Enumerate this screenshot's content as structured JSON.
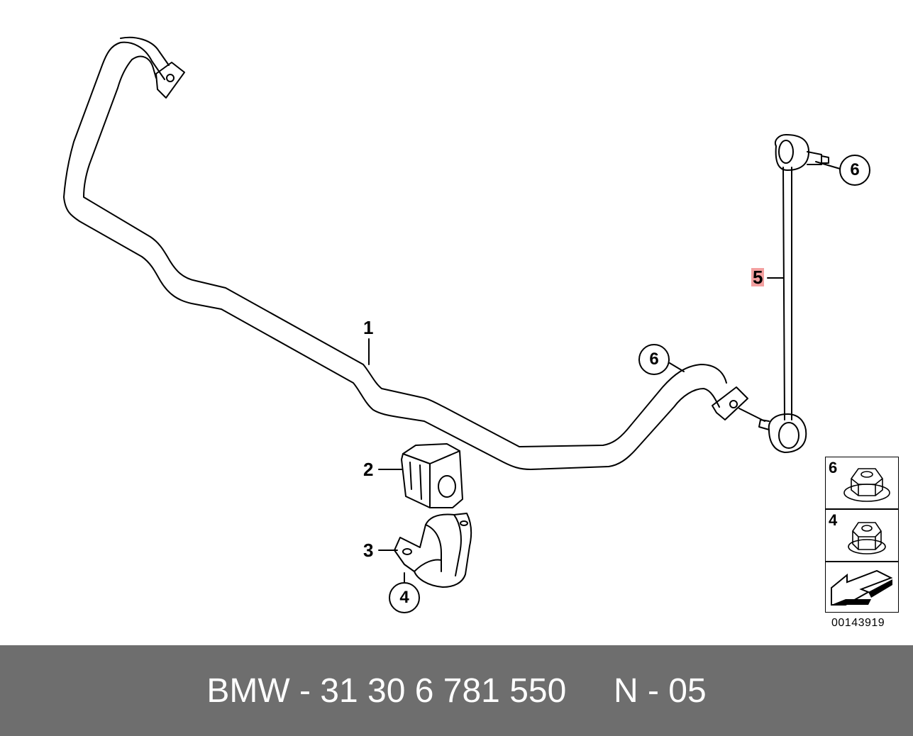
{
  "callouts": {
    "part1": "1",
    "part2": "2",
    "part3": "3",
    "part4": "4",
    "part5": "5",
    "part6_top": "6",
    "part6_bar": "6"
  },
  "legend": [
    {
      "number": "6",
      "icon": "flange-nut-icon"
    },
    {
      "number": "4",
      "icon": "lock-nut-icon"
    },
    {
      "number": "",
      "icon": "direction-arrow-icon"
    }
  ],
  "diagram_id": "00143919",
  "footer": {
    "text": "BMW - 31 30 6 781 550     N - 05"
  },
  "colors": {
    "footer_bg": "#6e6e6e",
    "highlight": "#f3a0a0"
  }
}
